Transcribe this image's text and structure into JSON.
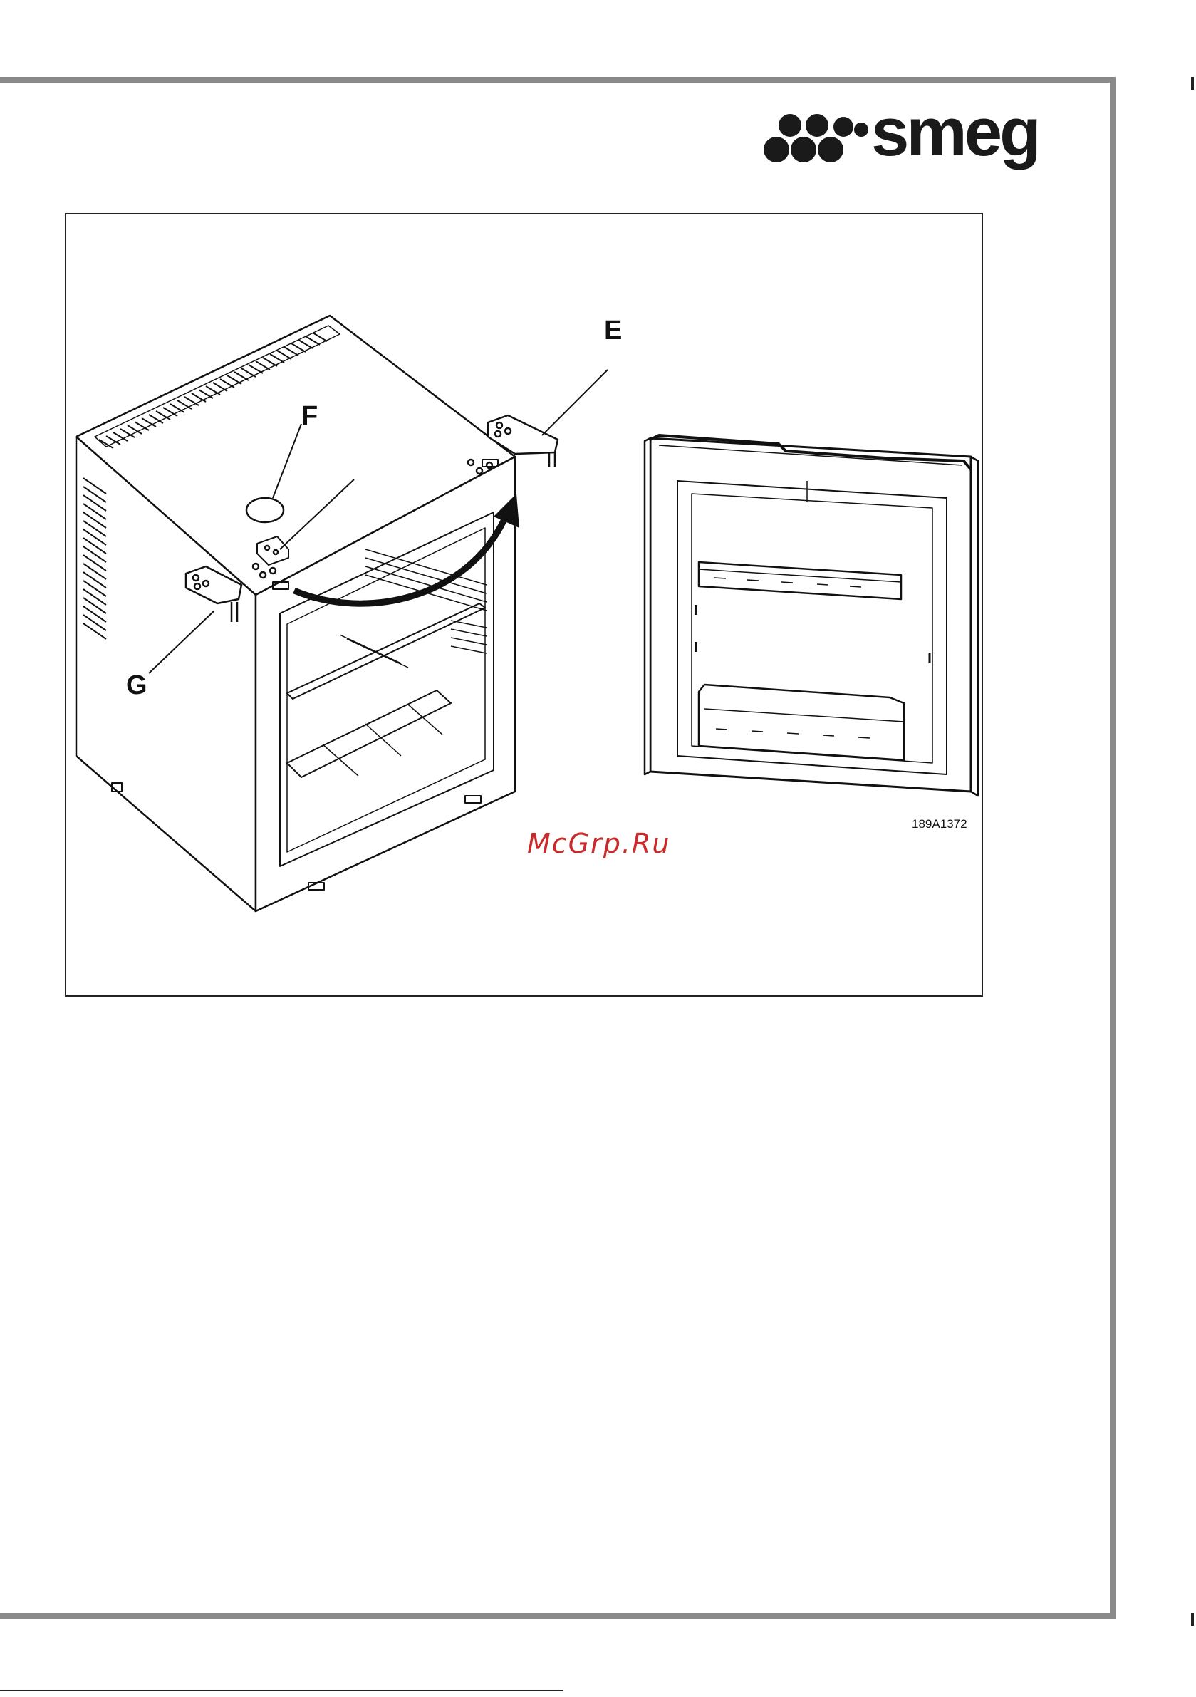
{
  "brand": {
    "name": "smeg"
  },
  "figure": {
    "callouts": {
      "e": "E",
      "f": "F",
      "g": "G"
    },
    "code": "189A1372"
  },
  "watermark": "McGrp.Ru"
}
